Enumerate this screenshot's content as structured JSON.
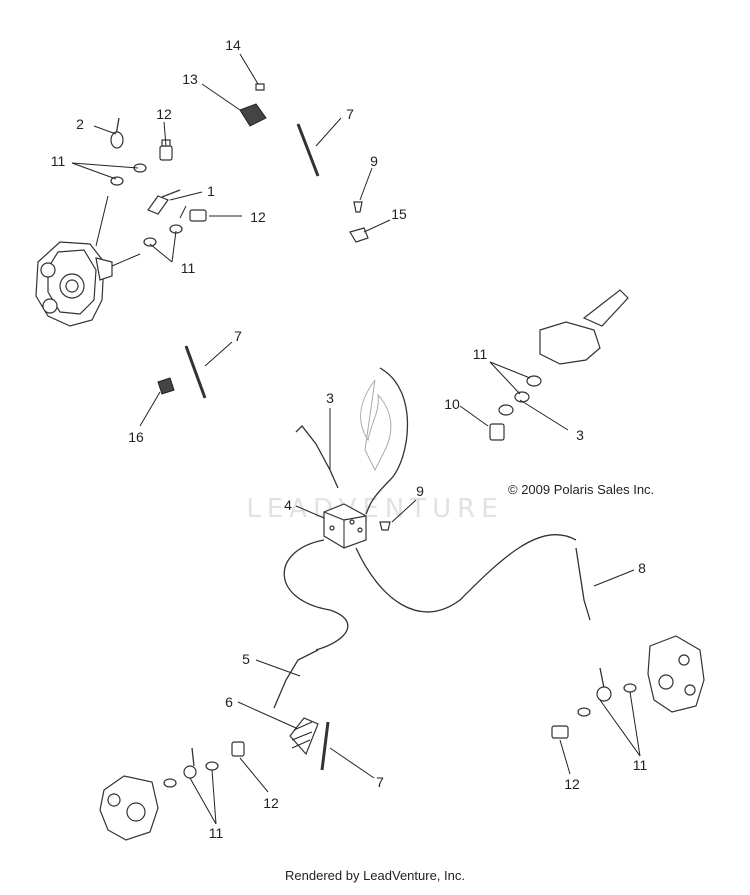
{
  "callouts": [
    {
      "id": "c14",
      "text": "14"
    },
    {
      "id": "c13",
      "text": "13"
    },
    {
      "id": "c7a",
      "text": "7"
    },
    {
      "id": "c2",
      "text": "2"
    },
    {
      "id": "c12a",
      "text": "12"
    },
    {
      "id": "c11a",
      "text": "11"
    },
    {
      "id": "c9a",
      "text": "9"
    },
    {
      "id": "c1",
      "text": "1"
    },
    {
      "id": "c15",
      "text": "15"
    },
    {
      "id": "c12b",
      "text": "12"
    },
    {
      "id": "c11b",
      "text": "11"
    },
    {
      "id": "c7b",
      "text": "7"
    },
    {
      "id": "c16",
      "text": "16"
    },
    {
      "id": "c3a",
      "text": "3"
    },
    {
      "id": "c11c",
      "text": "11"
    },
    {
      "id": "c10",
      "text": "10"
    },
    {
      "id": "c3b",
      "text": "3"
    },
    {
      "id": "c9b",
      "text": "9"
    },
    {
      "id": "c4",
      "text": "4"
    },
    {
      "id": "c8",
      "text": "8"
    },
    {
      "id": "c5",
      "text": "5"
    },
    {
      "id": "c6",
      "text": "6"
    },
    {
      "id": "c7c",
      "text": "7"
    },
    {
      "id": "c12c",
      "text": "12"
    },
    {
      "id": "c11d",
      "text": "11"
    },
    {
      "id": "c11e",
      "text": "11"
    },
    {
      "id": "c12d",
      "text": "12"
    }
  ],
  "copyright": "© 2009 Polaris Sales Inc.",
  "watermark": "LEADVENTURE",
  "footer": "Rendered by LeadVenture, Inc."
}
